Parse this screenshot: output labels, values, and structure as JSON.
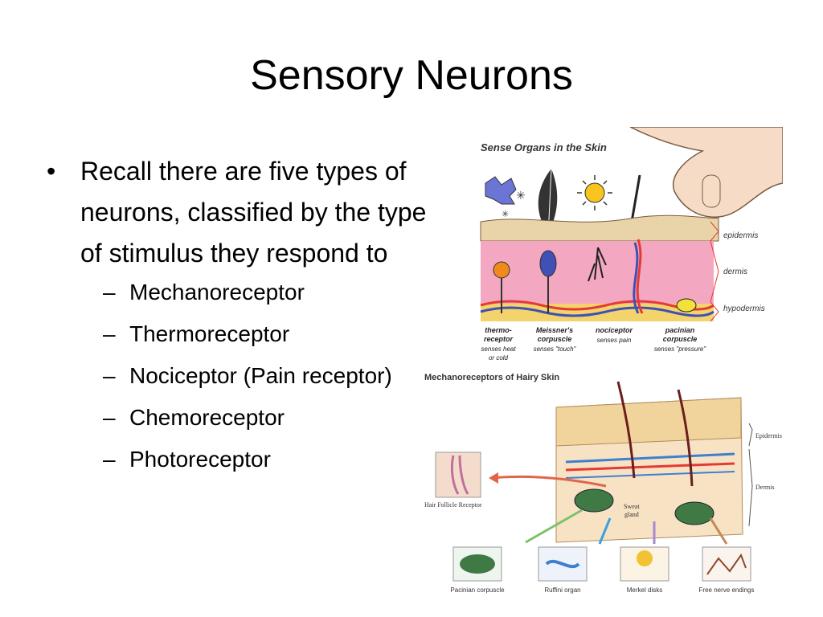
{
  "slide": {
    "title": "Sensory Neurons",
    "bullet": "Recall there are five types of neurons, classified by the type of stimulus they respond to",
    "sub_bullets": [
      "Mechanoreceptor",
      "Thermoreceptor",
      "Nociceptor (Pain receptor)",
      "Chemoreceptor",
      "Photoreceptor"
    ]
  },
  "figure_skin": {
    "heading": "Sense Organs in the Skin",
    "layers": [
      "epidermis",
      "dermis",
      "hypodermis"
    ],
    "receptors": [
      {
        "name1": "thermo-",
        "name2": "receptor",
        "desc1": "senses heat",
        "desc2": "or cold"
      },
      {
        "name1": "Meissner's",
        "name2": "corpuscle",
        "desc1": "senses \"touch\"",
        "desc2": ""
      },
      {
        "name1": "nociceptor",
        "name2": "",
        "desc1": "senses pain",
        "desc2": ""
      },
      {
        "name1": "pacinian",
        "name2": "corpuscle",
        "desc1": "senses \"pressure\"",
        "desc2": ""
      }
    ]
  },
  "figure_hairy": {
    "heading": "Mechanoreceptors of Hairy Skin",
    "side_labels": [
      "Epidermis",
      "Dermis"
    ],
    "hair_follicle": "Hair Follicle Receptor",
    "sweat_gland1": "Sweat",
    "sweat_gland2": "gland",
    "endings": [
      "Pacinian corpuscle",
      "Ruffini organ",
      "Merkel disks",
      "Free nerve endings"
    ]
  },
  "colors": {
    "dermis": "#f4a7c0",
    "epidermis": "#e9d3a8",
    "hypodermis": "#f3d36b",
    "nerve_red": "#e53935",
    "nerve_blue": "#3f51b5",
    "hand": "#f6dcc6"
  }
}
